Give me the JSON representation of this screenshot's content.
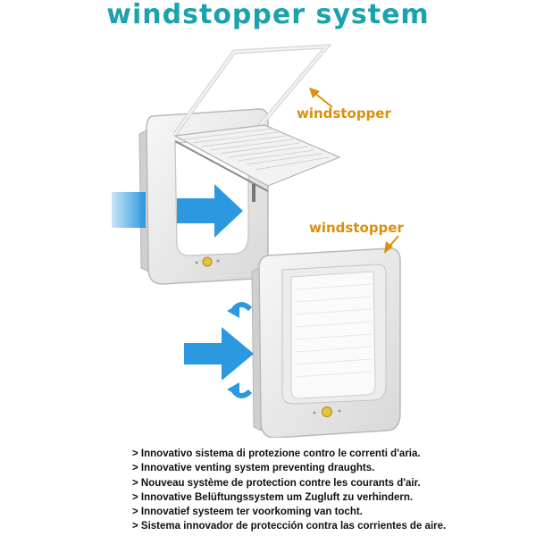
{
  "title": "windstopper system",
  "callouts": {
    "top": "windstopper",
    "bottom": "windstopper"
  },
  "colors": {
    "title": "#1aa3ad",
    "callout": "#d9900e",
    "arrow_blue": "#2c98df"
  },
  "descriptions": [
    "Innovativo sistema di protezione contro le correnti d'aria.",
    "Innovative venting system preventing draughts.",
    "Nouveau système de protection contre les courants d'air.",
    "Innovative Belüftungssystem um Zugluft zu verhindern.",
    "Innovatief systeem ter voorkoming van tocht.",
    "Sistema innovador de protección contra las corrientes de aire."
  ]
}
